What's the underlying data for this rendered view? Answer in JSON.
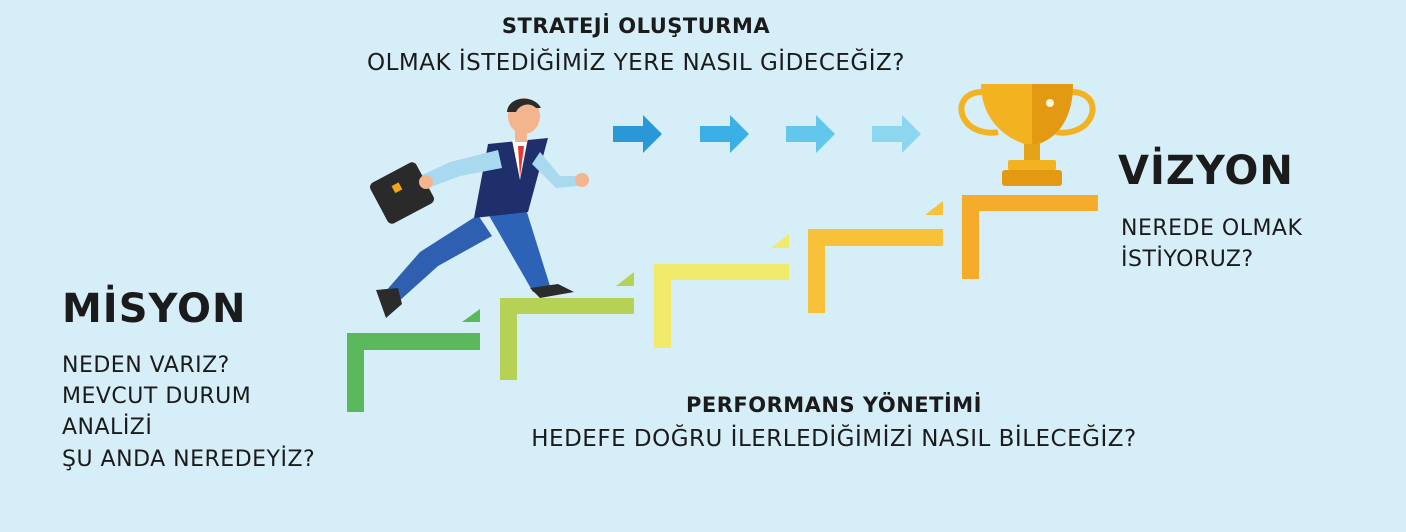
{
  "strategy": {
    "title": "STRATEJİ OLUŞTURMA",
    "question": "OLMAK İSTEDİĞİMİZ YERE NASIL GİDECEĞİZ?"
  },
  "vision": {
    "title": "VİZYON",
    "lines": [
      "NEREDE OLMAK",
      "İSTİYORUZ?"
    ]
  },
  "mission": {
    "title": "MİSYON",
    "lines": [
      "NEDEN VARIZ?",
      "MEVCUT DURUM",
      "ANALİZİ",
      "ŞU ANDA NEREDEYİZ?"
    ]
  },
  "performance": {
    "title": "PERFORMANS YÖNETİMİ",
    "question": "HEDEFE DOĞRU İLERLEDİĞİMİZİ NASIL BİLECEĞİZ?"
  },
  "colors": {
    "background": "#d6eef8",
    "steps": [
      "#5cb85c",
      "#b5d256",
      "#f2ea6a",
      "#f7c23a",
      "#f5ac2a"
    ],
    "arrows": [
      "#2a97d6",
      "#3ab0e6",
      "#63c6ec",
      "#8dd6f0"
    ],
    "trophy": "#f3b21f"
  },
  "icons": [
    "businessman-icon",
    "briefcase-icon",
    "trophy-icon",
    "arrow-right-icon"
  ]
}
